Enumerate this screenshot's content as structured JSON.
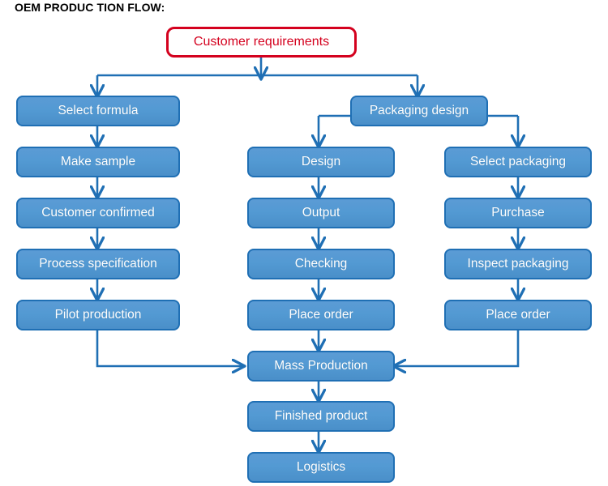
{
  "page": {
    "title": "OEM PRODUC TION FLOW:",
    "background_color": "#ffffff"
  },
  "theme": {
    "box_fill": "#5b9bd5",
    "box_border": "#1f6fb4",
    "box_text": "#ffffff",
    "start_border": "#d4011e",
    "start_text": "#d4011e",
    "connector_color": "#1f6fb4"
  },
  "diagram": {
    "type": "flowchart",
    "start_node": {
      "id": "customer_requirements",
      "label": "Customer requirements",
      "style": "red"
    },
    "branches": {
      "left_column": {
        "name": "formula-branch",
        "nodes": [
          {
            "id": "select_formula",
            "label": "Select formula"
          },
          {
            "id": "make_sample",
            "label": "Make sample"
          },
          {
            "id": "customer_confirmed",
            "label": "Customer confirmed"
          },
          {
            "id": "process_specification",
            "label": "Process specification"
          },
          {
            "id": "pilot_production",
            "label": "Pilot production"
          }
        ]
      },
      "packaging_root": {
        "id": "packaging_design",
        "label": "Packaging design"
      },
      "middle_column": {
        "name": "artwork-branch",
        "nodes": [
          {
            "id": "design",
            "label": "Design"
          },
          {
            "id": "output",
            "label": "Output"
          },
          {
            "id": "checking",
            "label": "Checking"
          },
          {
            "id": "place_order_middle",
            "label": "Place order"
          }
        ]
      },
      "right_column": {
        "name": "packaging-material-branch",
        "nodes": [
          {
            "id": "select_packaging",
            "label": "Select packaging"
          },
          {
            "id": "purchase",
            "label": "Purchase"
          },
          {
            "id": "inspect_packaging",
            "label": "Inspect packaging"
          },
          {
            "id": "place_order_right",
            "label": "Place order"
          }
        ]
      },
      "tail_column": {
        "name": "production-tail",
        "nodes": [
          {
            "id": "mass_production",
            "label": "Mass Production"
          },
          {
            "id": "finished_product",
            "label": "Finished product"
          },
          {
            "id": "logistics",
            "label": "Logistics"
          }
        ]
      }
    }
  }
}
